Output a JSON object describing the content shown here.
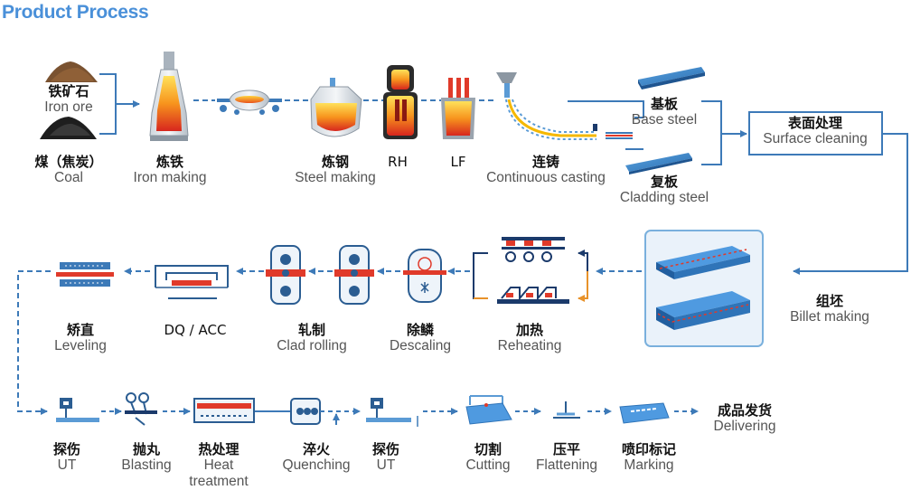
{
  "title": "Product Process",
  "colors": {
    "title": "#4a90d9",
    "line": "#3d7ab8",
    "arrow": "#5b9bd5",
    "orange": "#e8922a",
    "navy": "#1b3a6b",
    "steel": "#3f86c8"
  },
  "labels": {
    "iron_ore": {
      "cn": "铁矿石",
      "en": "Iron ore"
    },
    "coal": {
      "cn": "煤（焦炭）",
      "en": "Coal"
    },
    "iron_making": {
      "cn": "炼铁",
      "en": "Iron making"
    },
    "steel_making": {
      "cn": "炼钢",
      "en": "Steel making"
    },
    "rh": {
      "cn": "RH"
    },
    "lf": {
      "cn": "LF"
    },
    "casting": {
      "cn": "连铸",
      "en": "Continuous casting"
    },
    "base_steel": {
      "cn": "基板",
      "en": "Base steel"
    },
    "cladding": {
      "cn": "复板",
      "en": "Cladding steel"
    },
    "surface": {
      "cn": "表面处理",
      "en": "Surface cleaning"
    },
    "billet": {
      "cn": "组坯",
      "en": "Billet making"
    },
    "reheating": {
      "cn": "加热",
      "en": "Reheating"
    },
    "descaling": {
      "cn": "除鳞",
      "en": "Descaling"
    },
    "clad_rolling": {
      "cn": "轧制",
      "en": "Clad rolling"
    },
    "dq_acc": {
      "cn": "DQ / ACC"
    },
    "leveling": {
      "cn": "矫直",
      "en": "Leveling"
    },
    "ut1": {
      "cn": "探伤",
      "en": "UT"
    },
    "blasting": {
      "cn": "抛丸",
      "en": "Blasting"
    },
    "heat": {
      "cn": "热处理",
      "en": "Heat",
      "en2": "treatment"
    },
    "quenching": {
      "cn": "淬火",
      "en": "Quenching"
    },
    "ut2": {
      "cn": "探伤",
      "en": "UT"
    },
    "cutting": {
      "cn": "切割",
      "en": "Cutting"
    },
    "flattening": {
      "cn": "压平",
      "en": "Flattening"
    },
    "marking": {
      "cn": "喷印标记",
      "en": "Marking"
    },
    "delivering": {
      "cn": "成品发货",
      "en": "Delivering"
    }
  }
}
